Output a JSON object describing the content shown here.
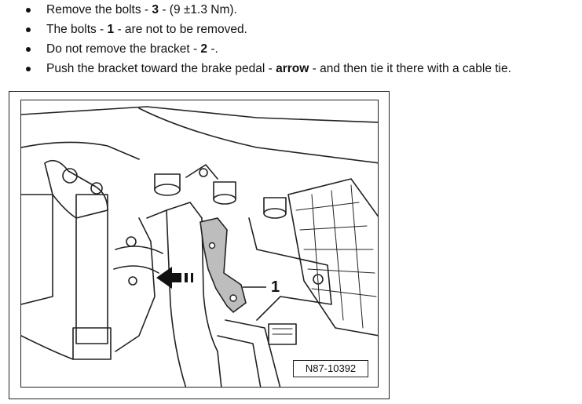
{
  "instructions": [
    {
      "pre": "Remove the bolts - ",
      "bold": "3",
      "post": " - (9 ±1.3 Nm)."
    },
    {
      "pre": "The bolts - ",
      "bold": "1",
      "post": " - are not to be removed."
    },
    {
      "pre": "Do not remove the bracket - ",
      "bold": "2",
      "post": " -."
    },
    {
      "pre": "Push the bracket toward the brake pedal - ",
      "bold": "arrow",
      "post": " - and then tie it there with a cable tie."
    }
  ],
  "figure": {
    "callout_label": "1",
    "figure_id": "N87-10392",
    "arrow_icon": "left-arrow-icon"
  }
}
